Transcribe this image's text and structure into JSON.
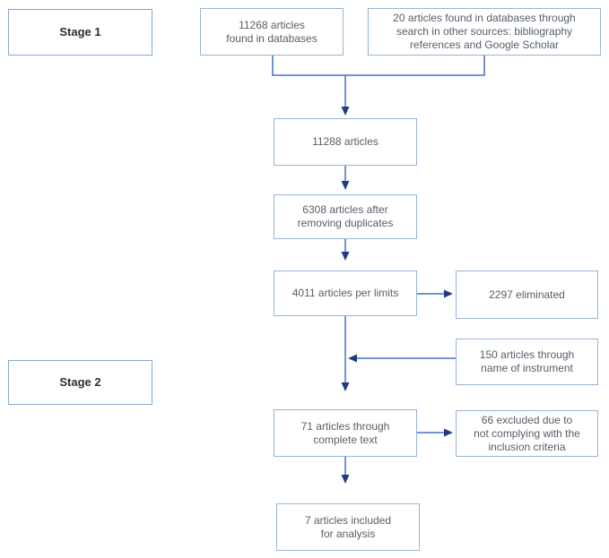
{
  "diagram": {
    "type": "flowchart",
    "title": "Article selection flow diagram (two stages)",
    "nodes": {
      "stage1": "Stage 1",
      "found_databases": "11268 articles\nfound in databases",
      "other_sources": "20 articles found in databases through\nsearch in other sources: bibliography\nreferences and Google Scholar",
      "combined": "11288 articles",
      "after_duplicates": "6308 articles after\nremoving duplicates",
      "per_limits": "4011 articles per limits",
      "eliminated": "2297 eliminated",
      "by_instrument_name": "150 articles through\nname of instrument",
      "stage2": "Stage 2",
      "complete_text": "71 articles through\ncomplete text",
      "excluded": "66 excluded due to\nnot complying with the\ninclusion criteria",
      "included": "7 articles included\nfor analysis"
    },
    "colors": {
      "background": "#ffffff",
      "box_border": "#98b4d8",
      "stage_box_border": "#87a9d2",
      "arrow_line": "#4472c4",
      "arrow_head": "#1c3e7e",
      "body_text": "#565e68",
      "stage_text": "#2b2f36"
    }
  }
}
